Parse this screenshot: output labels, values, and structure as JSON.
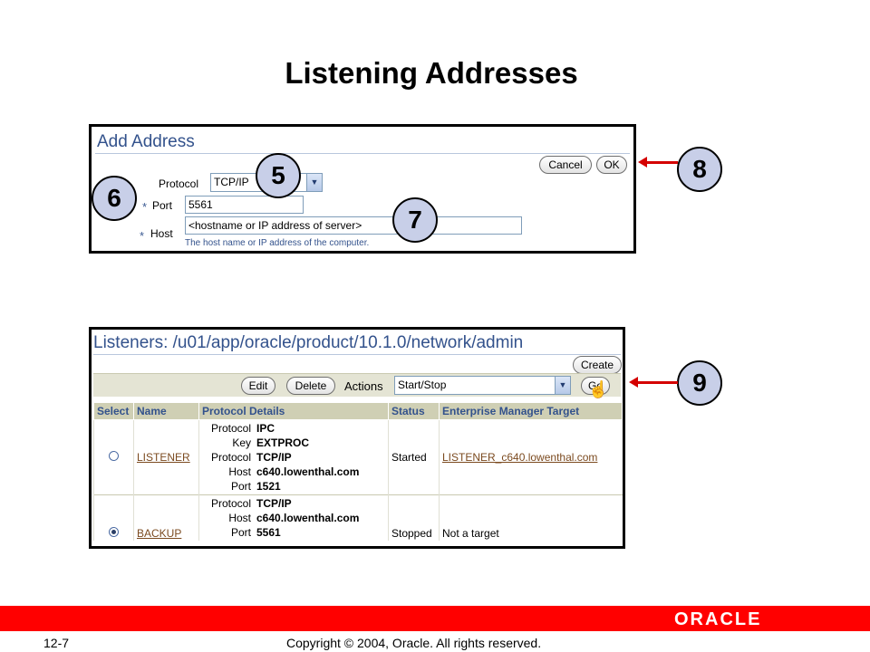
{
  "slide": {
    "title": "Listening Addresses",
    "page_number": "12-7",
    "copyright": "Copyright © 2004, Oracle.  All rights reserved.",
    "logo_text": "ORACLE"
  },
  "add_address": {
    "title": "Add Address",
    "cancel_label": "Cancel",
    "ok_label": "OK",
    "protocol_label": "Protocol",
    "protocol_value": "TCP/IP",
    "required_mark": "*",
    "port_label": "Port",
    "port_value": "5561",
    "host_label": "Host",
    "host_value": "<hostname or IP address of server>",
    "host_hint": "The host name or IP address of the computer."
  },
  "callouts": [
    "5",
    "6",
    "7",
    "8",
    "9"
  ],
  "listeners": {
    "title": "Listeners: /u01/app/oracle/product/10.1.0/network/admin",
    "create_label": "Create",
    "edit_label": "Edit",
    "delete_label": "Delete",
    "actions_label": "Actions",
    "actions_value": "Start/Stop",
    "go_label": "Go",
    "columns": [
      "Select",
      "Name",
      "Protocol Details",
      "Status",
      "Enterprise Manager Target"
    ],
    "rows": [
      {
        "selected": false,
        "name": "LISTENER",
        "details": [
          {
            "k": "Protocol",
            "v": "IPC"
          },
          {
            "k": "Key",
            "v": "EXTPROC"
          },
          {
            "k": "Protocol",
            "v": "TCP/IP"
          },
          {
            "k": "Host",
            "v": "c640.lowenthal.com"
          },
          {
            "k": "Port",
            "v": "1521"
          }
        ],
        "status": "Started",
        "target": "LISTENER_c640.lowenthal.com",
        "target_is_link": true
      },
      {
        "selected": true,
        "name": "BACKUP",
        "details": [
          {
            "k": "Protocol",
            "v": "TCP/IP"
          },
          {
            "k": "Host",
            "v": "c640.lowenthal.com"
          },
          {
            "k": "Port",
            "v": "5561"
          }
        ],
        "status": "Stopped",
        "target": "Not a target",
        "target_is_link": false
      }
    ]
  },
  "colors": {
    "accent_red": "#ff0000",
    "header_blue": "#33528c",
    "callout_fill": "#c8cfe8",
    "arrow_red": "#d40000"
  }
}
